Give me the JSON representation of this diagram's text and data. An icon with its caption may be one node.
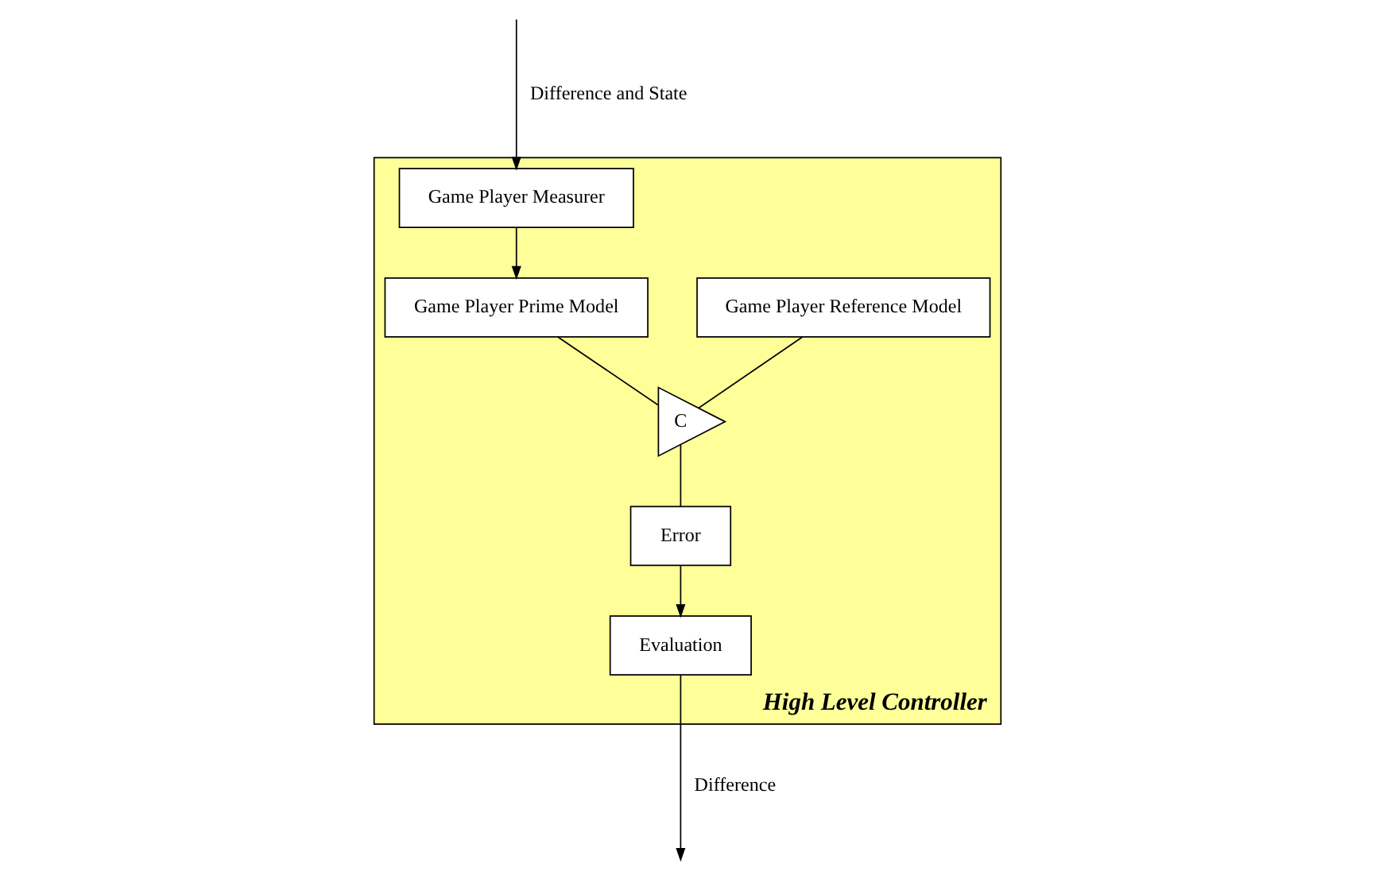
{
  "diagram": {
    "nodes": [
      {
        "text": [
          "High Level Controller"
        ]
      },
      {
        "text": [
          "Evaluation"
        ],
        "in": 0
      },
      {
        "text": [
          "Game Player Reference Model"
        ],
        "in": 0
      },
      {
        "text": [
          "C"
        ],
        "in": 0
      },
      {
        "text": [
          "Error"
        ],
        "in": 0
      },
      {
        "text": [
          "Game Player Prime Model"
        ],
        "in": 0
      },
      {
        "text": [
          "Game Player Measurer"
        ],
        "in": 0
      }
    ],
    "edges": [
      {
        "from": 1,
        "to": null,
        "arrow": "to",
        "label": "Difference"
      },
      {
        "from": null,
        "to": 6,
        "arrow": "to",
        "label": "Difference and State"
      },
      {
        "from": 6,
        "to": 5,
        "arrow": "to"
      },
      {
        "from": 2,
        "to": 3,
        "arrow": "none"
      },
      {
        "from": 5,
        "to": 3,
        "arrow": "none"
      },
      {
        "from": 3,
        "to": 4,
        "arrow": "none"
      },
      {
        "from": 4,
        "to": 1,
        "arrow": "to"
      }
    ]
  }
}
